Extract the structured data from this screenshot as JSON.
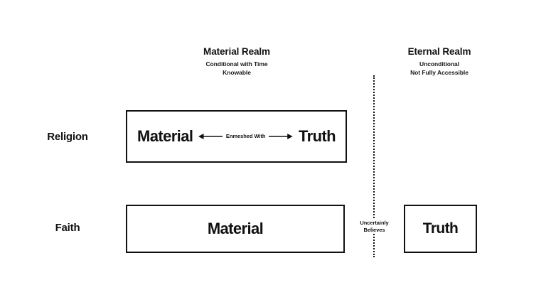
{
  "diagram": {
    "background_color": "#ffffff",
    "line_color": "#111111",
    "realms": [
      {
        "key": "material",
        "title": "Material Realm",
        "sub1": "Conditional with Time",
        "sub2": "Knowable"
      },
      {
        "key": "eternal",
        "title": "Eternal Realm",
        "sub1": "Unconditional",
        "sub2": "Not Fully Accessible"
      }
    ],
    "rows": [
      {
        "key": "religion",
        "label": "Religion",
        "material_term": "Material",
        "truth_term": "Truth",
        "relation_label": "Enmeshed With"
      },
      {
        "key": "faith",
        "label": "Faith",
        "material_term": "Material",
        "truth_term": "Truth",
        "relation_label_line1": "Uncertainly",
        "relation_label_line2": "Believes"
      }
    ],
    "divider": {
      "style": "dotted",
      "orientation": "vertical"
    }
  }
}
